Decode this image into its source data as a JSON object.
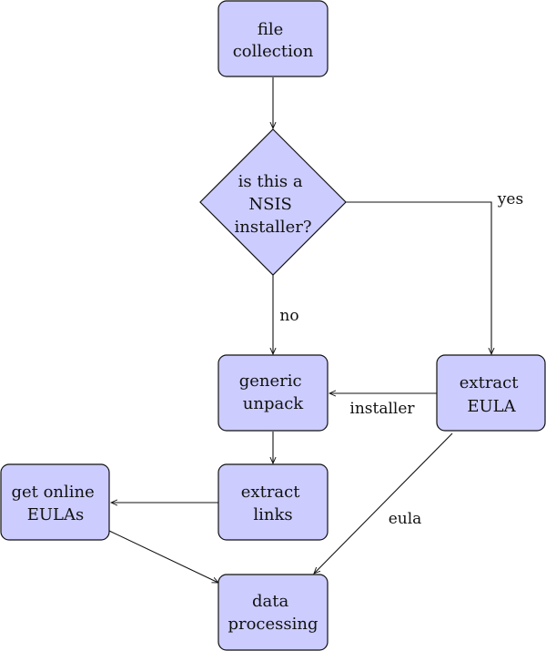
{
  "colors": {
    "node_fill": "#ccccff",
    "stroke": "#111111",
    "background": "#ffffff"
  },
  "nodes": {
    "file_collection": {
      "lines": [
        "file",
        "collection"
      ],
      "shape": "rounded-rect"
    },
    "nsis_check": {
      "lines": [
        "is this a",
        "NSIS",
        "installer?"
      ],
      "shape": "diamond"
    },
    "generic_unpack": {
      "lines": [
        "generic",
        "unpack"
      ],
      "shape": "rounded-rect"
    },
    "extract_eula": {
      "lines": [
        "extract",
        "EULA"
      ],
      "shape": "rounded-rect"
    },
    "extract_links": {
      "lines": [
        "extract",
        "links"
      ],
      "shape": "rounded-rect"
    },
    "get_online_eulas": {
      "lines": [
        "get online",
        "EULAs"
      ],
      "shape": "rounded-rect"
    },
    "data_processing": {
      "lines": [
        "data",
        "processing"
      ],
      "shape": "rounded-rect"
    }
  },
  "edges": {
    "yes": "yes",
    "no": "no",
    "installer": "installer",
    "eula": "eula"
  }
}
